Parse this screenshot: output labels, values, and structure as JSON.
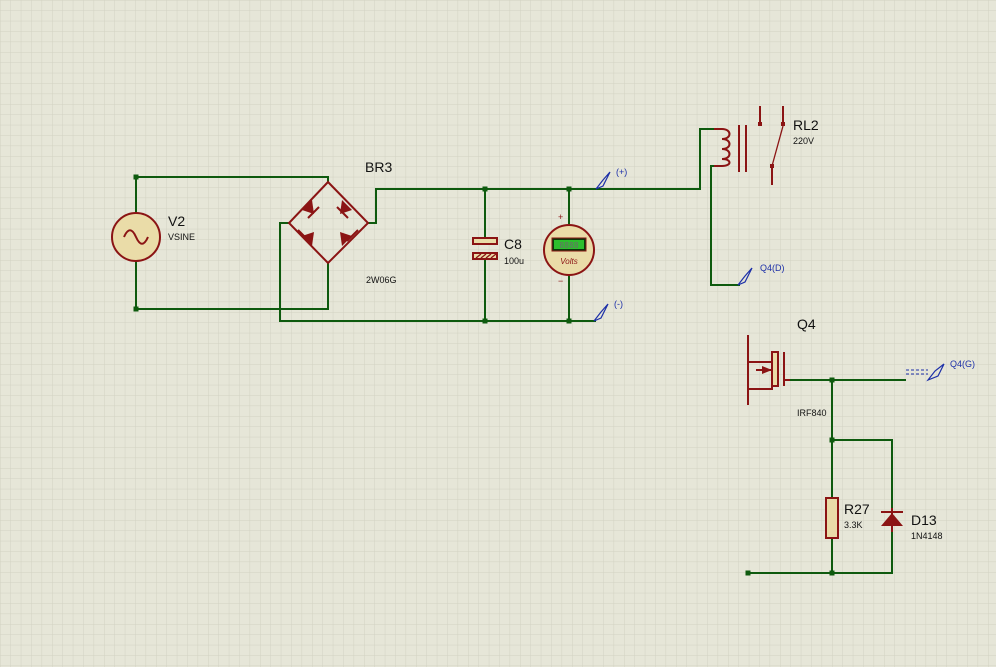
{
  "schematic": {
    "components": {
      "source": {
        "name": "V2",
        "value": "VSINE"
      },
      "bridge": {
        "name": "BR3",
        "value": "2W06G"
      },
      "capacitor": {
        "name": "C8",
        "value": "100u"
      },
      "voltmeter": {
        "unit": "Volts",
        "display": "8888",
        "plus": "+",
        "minus": "−"
      },
      "relay": {
        "name": "RL2",
        "value": "220V"
      },
      "mosfet": {
        "name": "Q4",
        "value": "IRF840"
      },
      "resistor": {
        "name": "R27",
        "value": "3.3K"
      },
      "diode": {
        "name": "D13",
        "value": "1N4148"
      }
    },
    "terminals": {
      "pos": "(+)",
      "neg": "(-)",
      "drain": "Q4(D)",
      "gate": "Q4(G)"
    }
  },
  "colors": {
    "background": "#e6e6d8",
    "grid_minor": "#d2d2c2",
    "grid_major": "#bcbcac",
    "wire": "#0e5a0e",
    "component": "#8b1414",
    "terminal": "#1c2fa8"
  }
}
